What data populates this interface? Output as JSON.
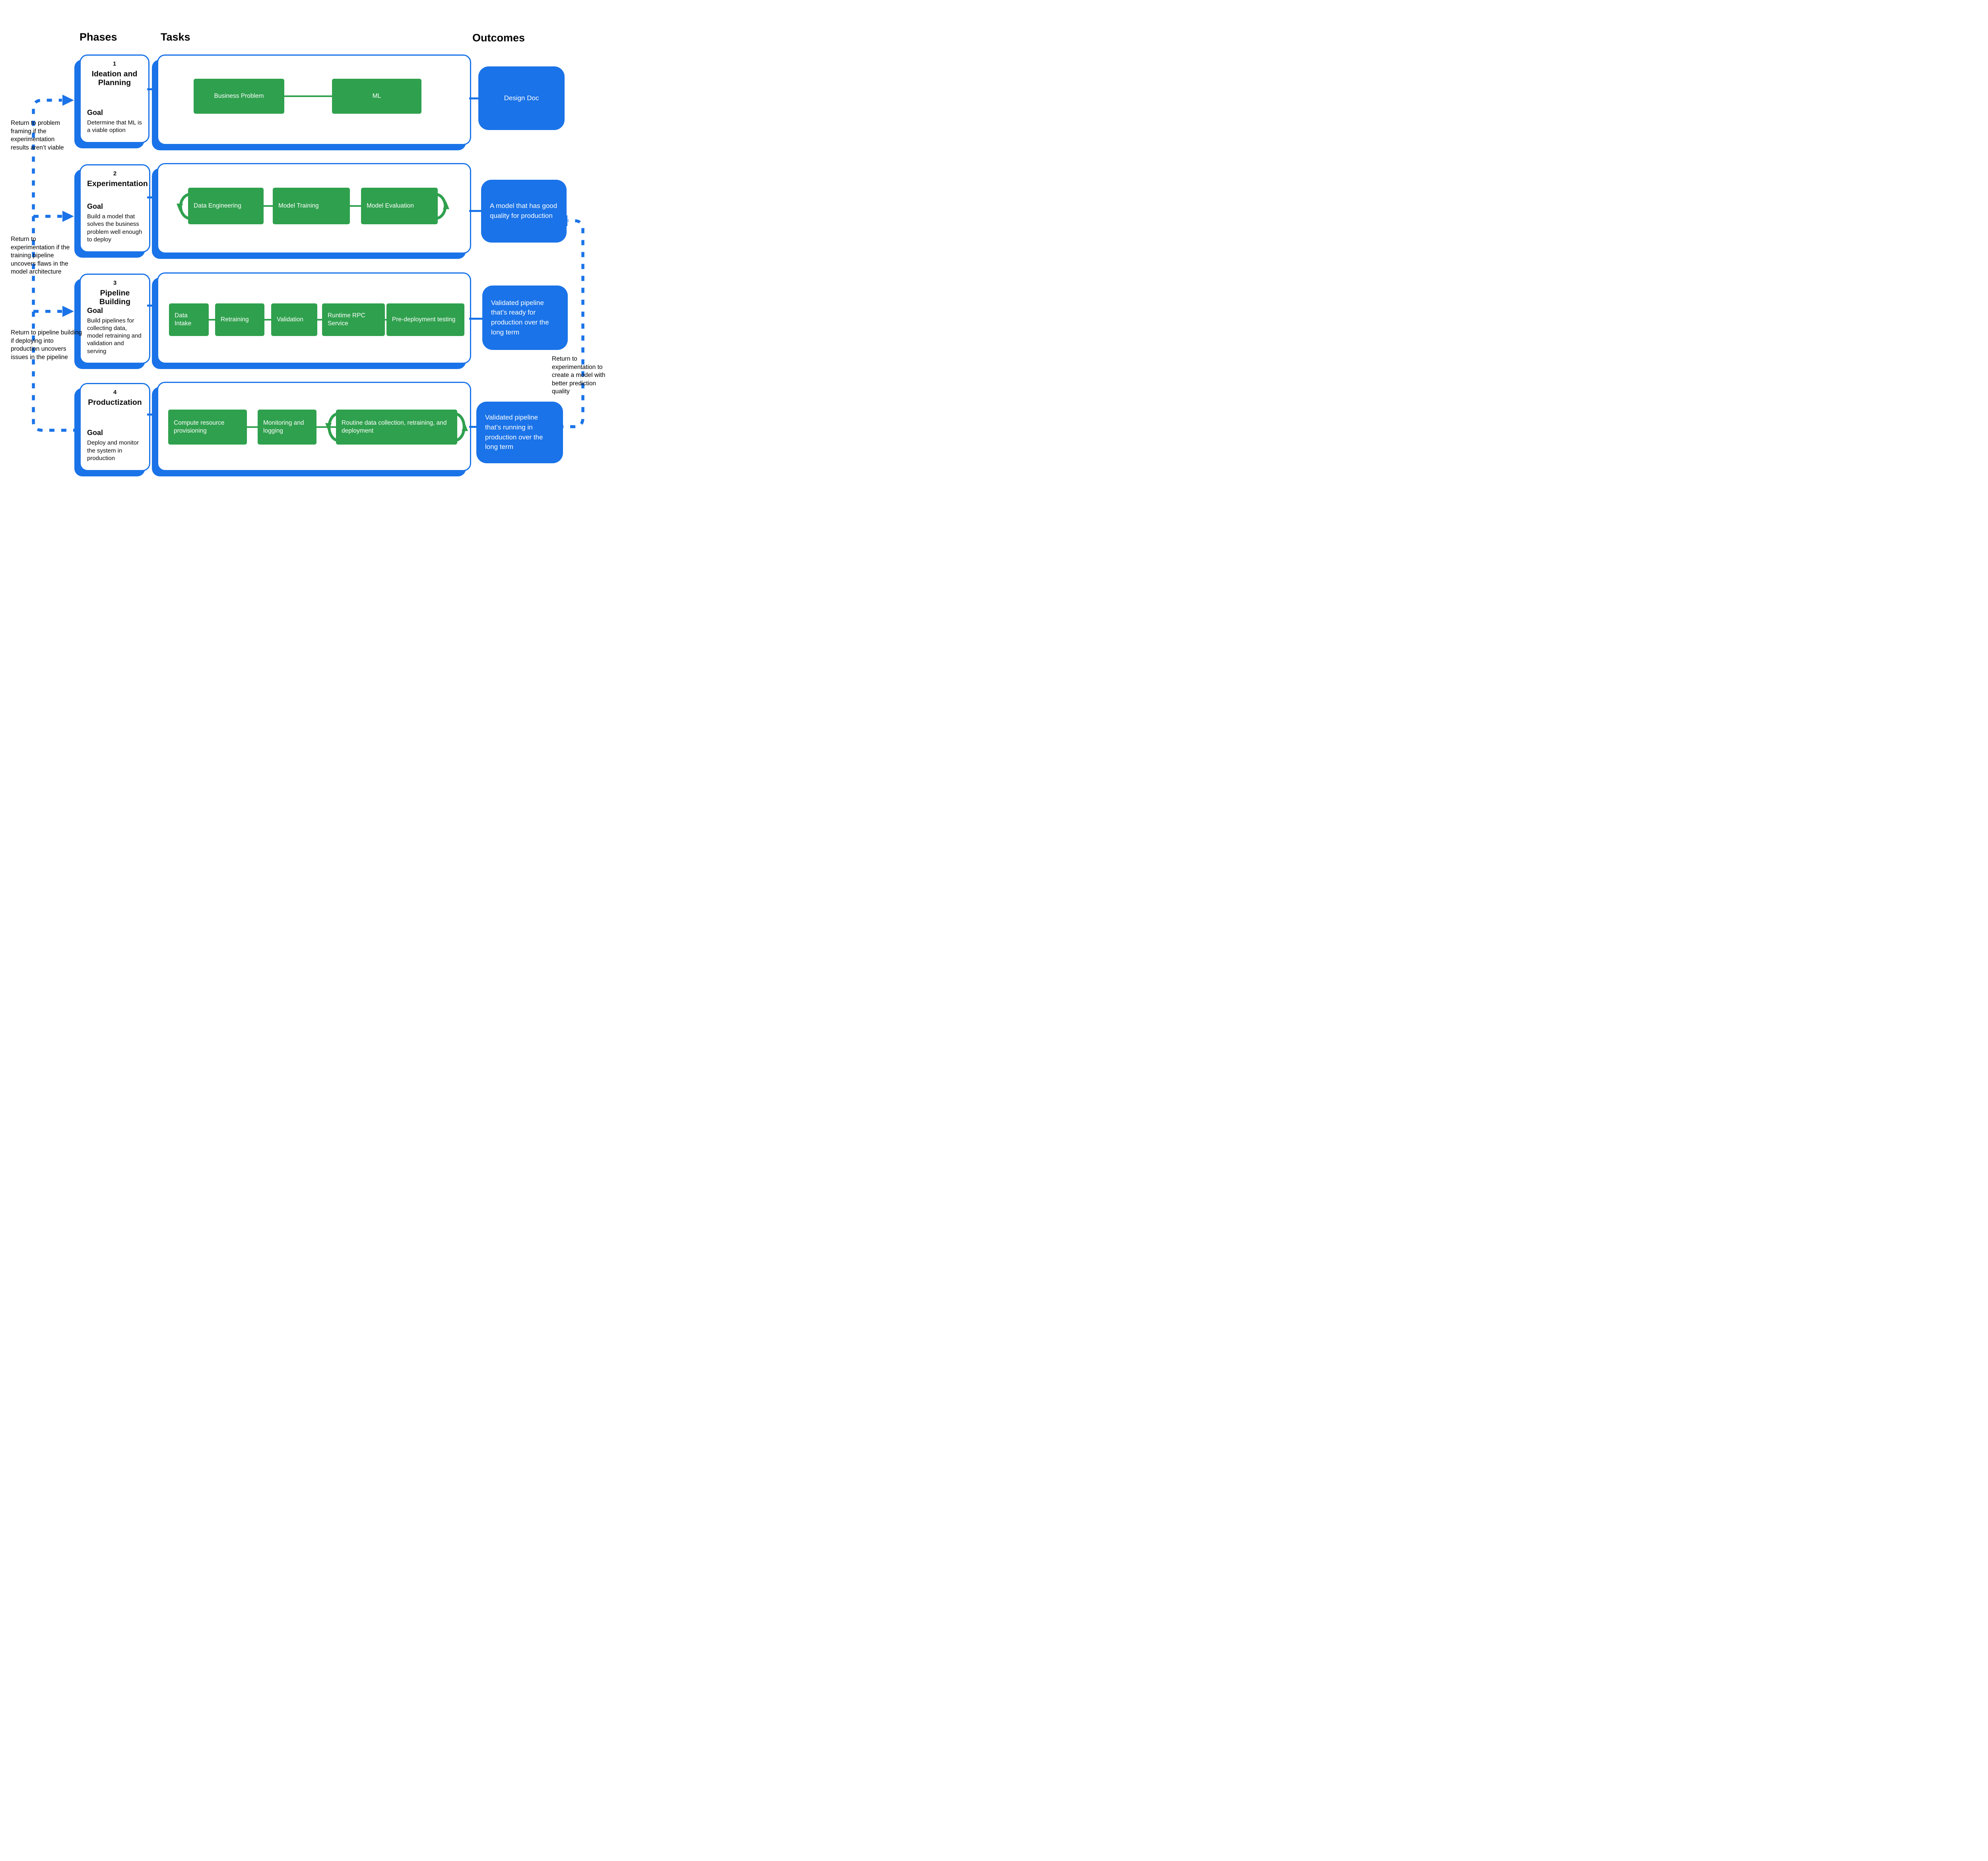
{
  "header": {
    "phases": "Phases",
    "tasks": "Tasks",
    "outcomes": "Outcomes"
  },
  "colors": {
    "accent_blue": "#1A73E8",
    "task_green": "#2FA04D"
  },
  "phases": [
    {
      "number": "1",
      "title": "Ideation and Planning",
      "goal_label": "Goal",
      "goal": "Determine that ML is a viable option"
    },
    {
      "number": "2",
      "title": "Experimentation",
      "goal_label": "Goal",
      "goal": "Build a model that solves the business problem well enough to deploy"
    },
    {
      "number": "3",
      "title": "Pipeline Building",
      "goal_label": "Goal",
      "goal": "Build pipelines for collecting data, model retraining and validation and serving"
    },
    {
      "number": "4",
      "title": "Productization",
      "goal_label": "Goal",
      "goal": "Deploy and monitor the system in production"
    }
  ],
  "tasks": {
    "row1": [
      "Business Problem",
      "ML"
    ],
    "row2": [
      "Data Engineering",
      "Model Training",
      "Model Evaluation"
    ],
    "row3": [
      "Data Intake",
      "Retraining",
      "Validation",
      "Runtime RPC Service",
      "Pre-deployment testing"
    ],
    "row4": [
      "Compute resource provisioning",
      "Monitoring and logging",
      "Routine data collection, retraining, and deployment"
    ]
  },
  "outcomes": [
    "Design Doc",
    "A model that has good quality for production",
    "Validated pipeline that’s ready for production over the long term",
    "Validated pipeline that’s running in production over the long term"
  ],
  "annotations": [
    "Return to problem framing if the experimentation results aren’t viable",
    "Return to experimentation if the training pipeline uncovers flaws in the model architecture",
    "Return to pipeline building if deploying into production uncovers issues in the pipeline",
    "Return to experimentation to create a model with better prediction quality"
  ]
}
